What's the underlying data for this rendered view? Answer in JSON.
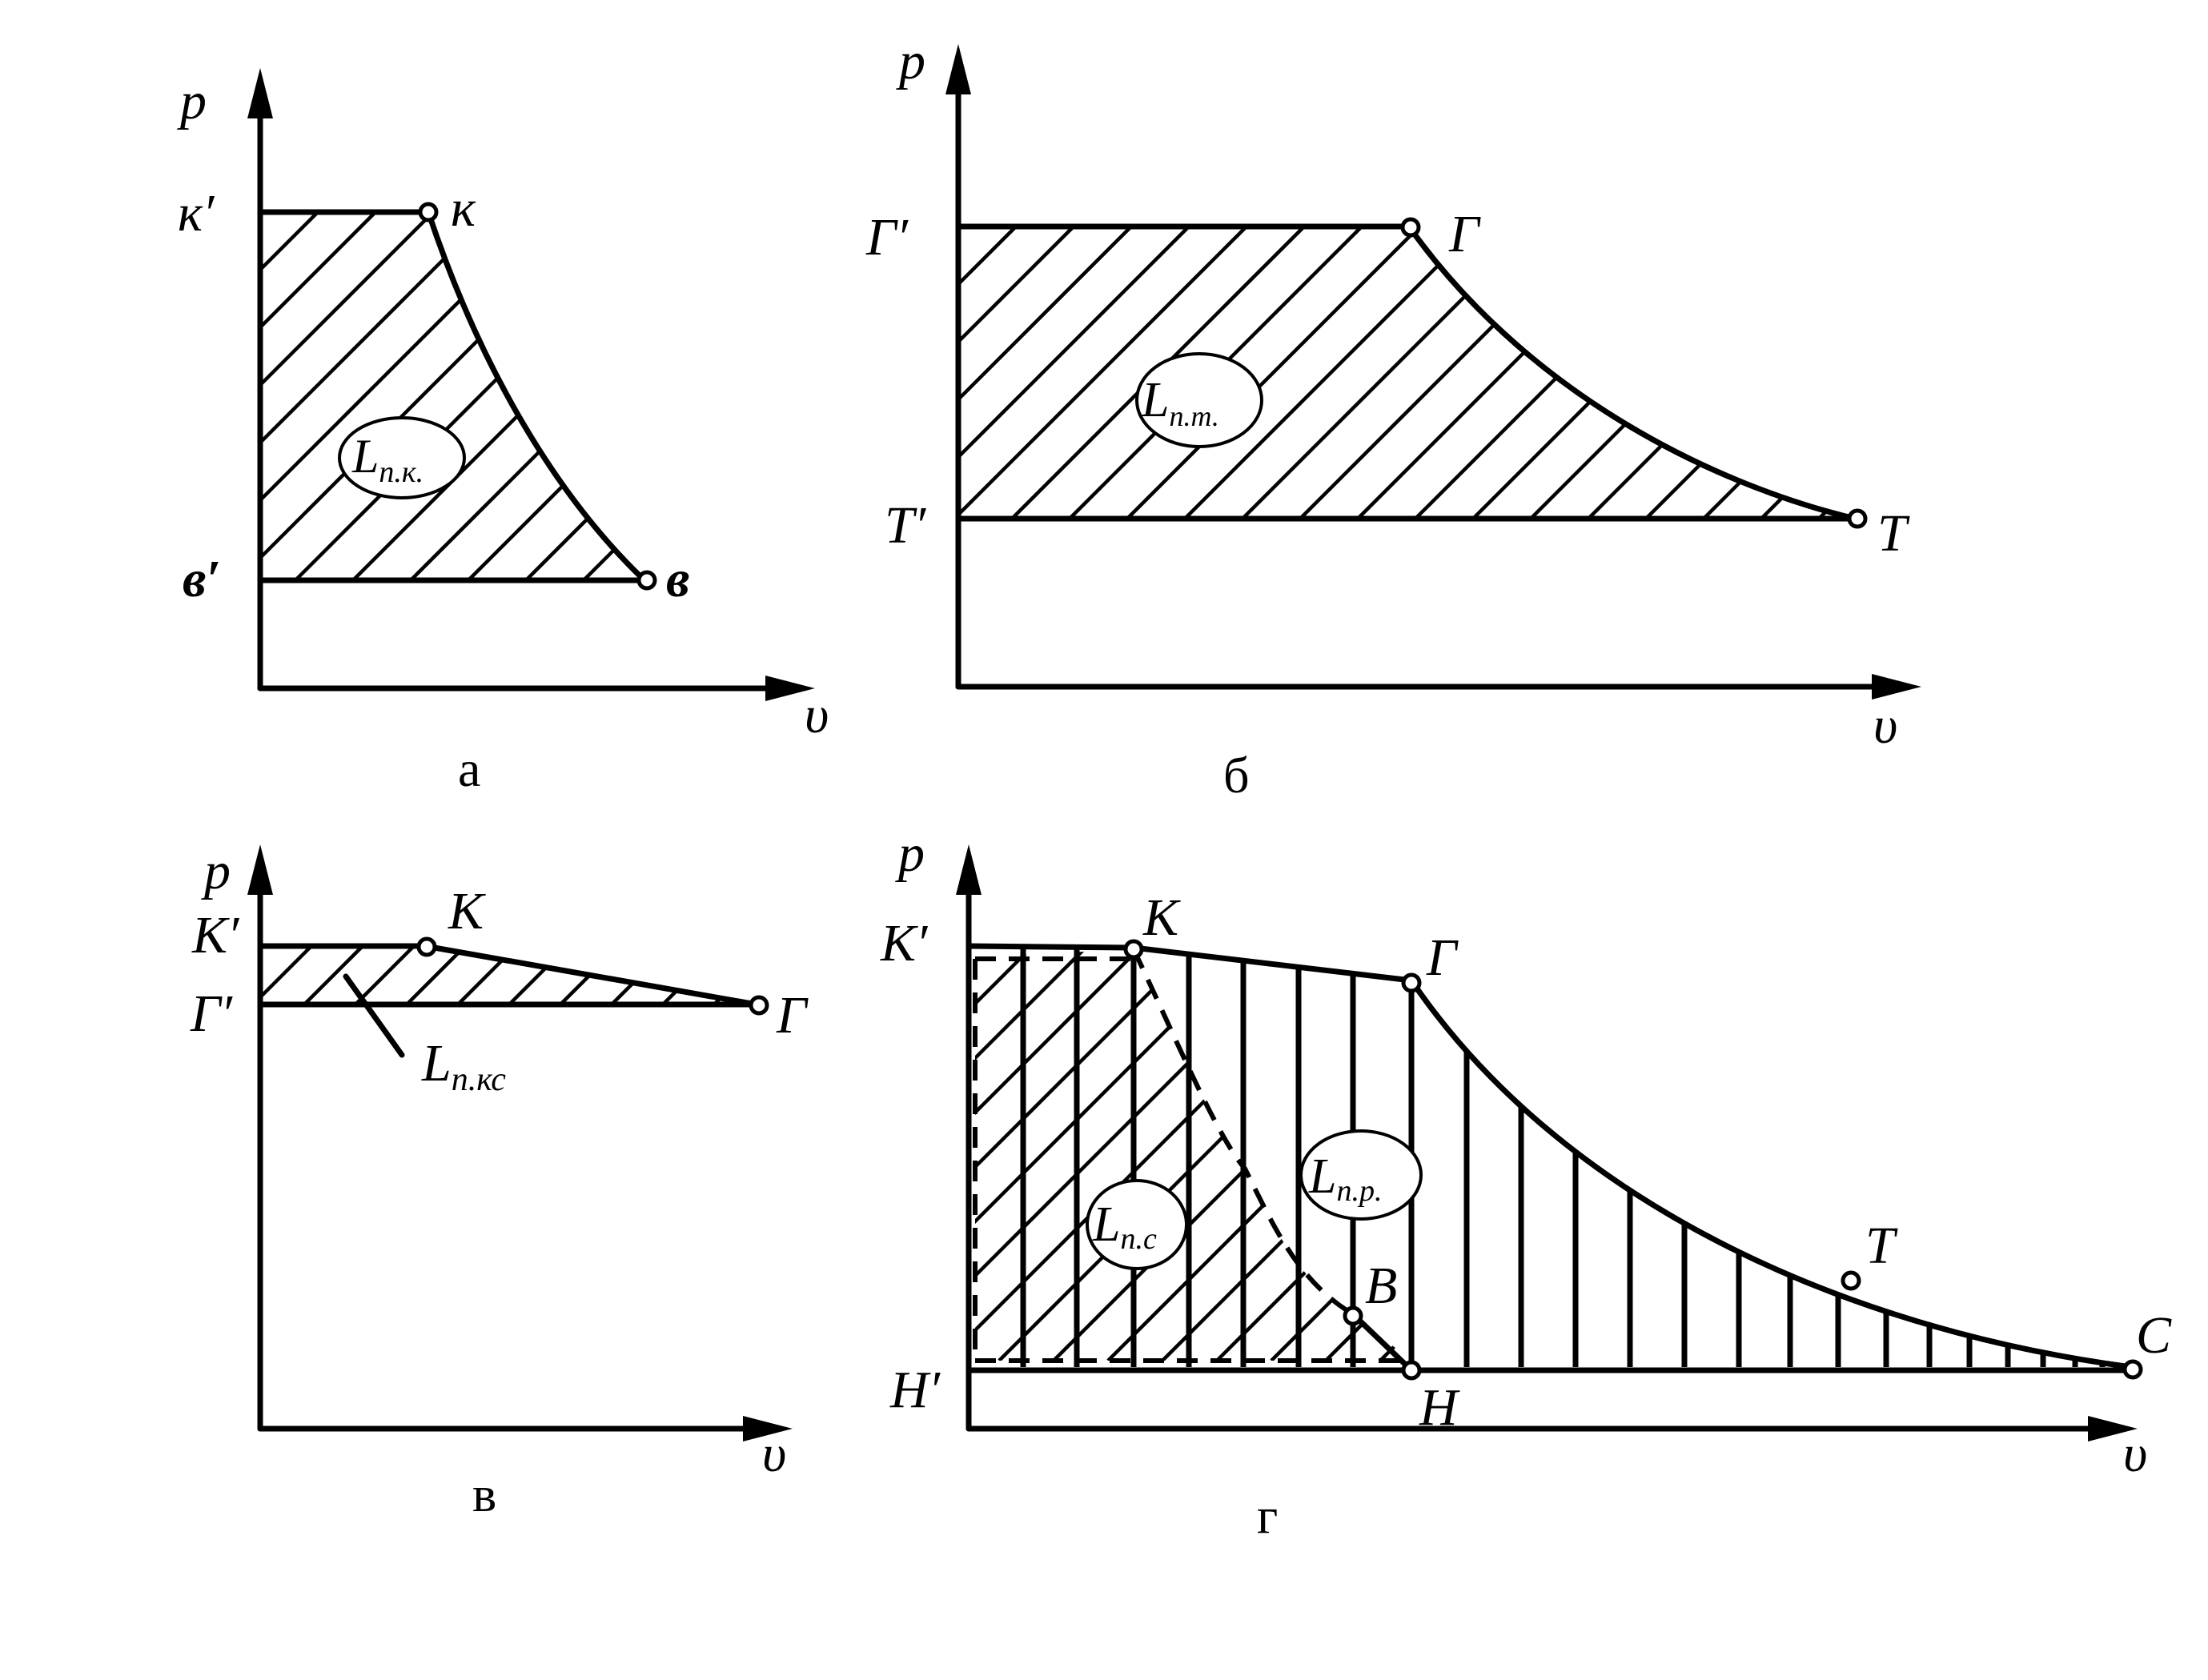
{
  "panels": {
    "a": {
      "caption": "а",
      "axis_y": "p",
      "axis_x": "υ",
      "points": {
        "k_prime": "к′",
        "k": "к",
        "v_prime": "в′",
        "v": "в"
      },
      "area": {
        "main": "L",
        "sub": "п.к."
      }
    },
    "b": {
      "caption": "б",
      "axis_y": "p",
      "axis_x": "υ",
      "points": {
        "g_prime": "Г′",
        "g": "Г",
        "t_prime": "Т′",
        "t": "Т"
      },
      "area": {
        "main": "L",
        "sub": "п.т."
      }
    },
    "v": {
      "caption": "в",
      "axis_y": "p",
      "axis_x": "υ",
      "points": {
        "k_prime": "К′",
        "k": "К",
        "g_prime": "Г′",
        "g": "Г"
      },
      "area": {
        "main": "L",
        "sub": "п.кс"
      }
    },
    "g": {
      "caption": "г",
      "axis_y": "p",
      "axis_x": "υ",
      "points": {
        "k_prime": "К′",
        "k": "К",
        "g": "Г",
        "t": "Т",
        "c": "С",
        "b": "В",
        "n": "Н",
        "n_prime": "Н′"
      },
      "area_pr": {
        "main": "L",
        "sub": "п.р."
      },
      "area_pc": {
        "main": "L",
        "sub": "п.с"
      }
    }
  }
}
